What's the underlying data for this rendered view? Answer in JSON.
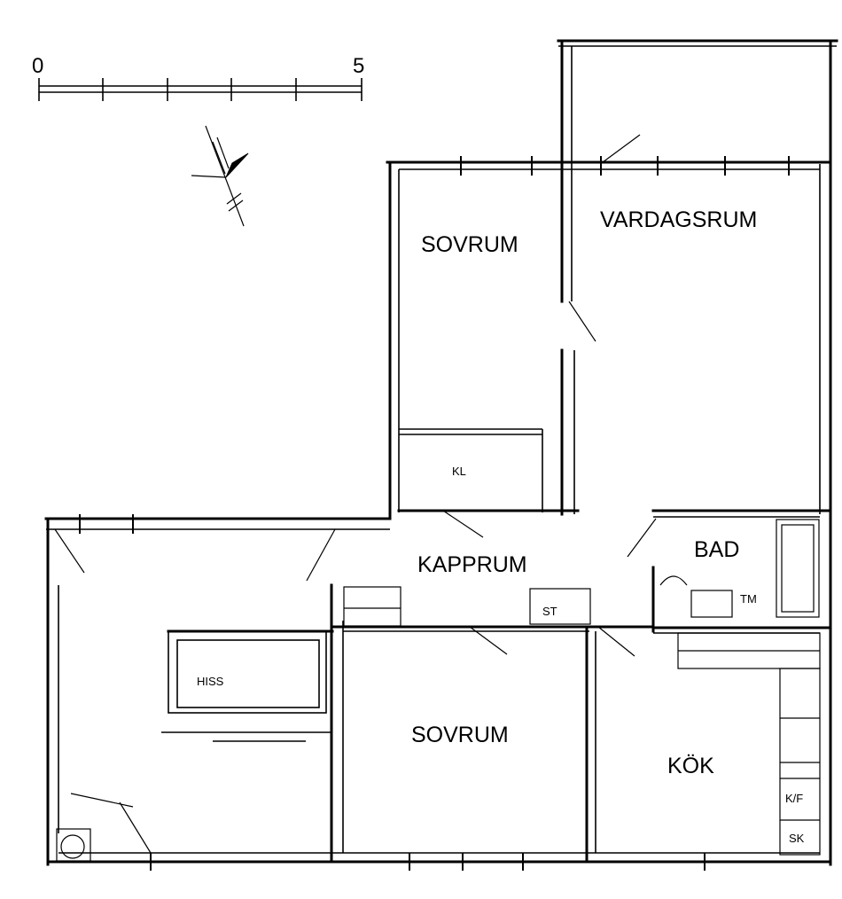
{
  "scale_bar": {
    "start_label": "0",
    "end_label": "5"
  },
  "rooms": {
    "sovrum_top": "SOVRUM",
    "vardagsrum": "VARDAGSRUM",
    "kapprum": "KAPPRUM",
    "bad": "BAD",
    "sovrum_bottom": "SOVRUM",
    "kok": "KÖK"
  },
  "fixtures": {
    "kl": "KL",
    "tm": "TM",
    "st": "ST",
    "hiss": "HISS",
    "kf": "K/F",
    "sk": "SK"
  },
  "icons": {
    "north_arrow": "north-arrow-icon"
  }
}
